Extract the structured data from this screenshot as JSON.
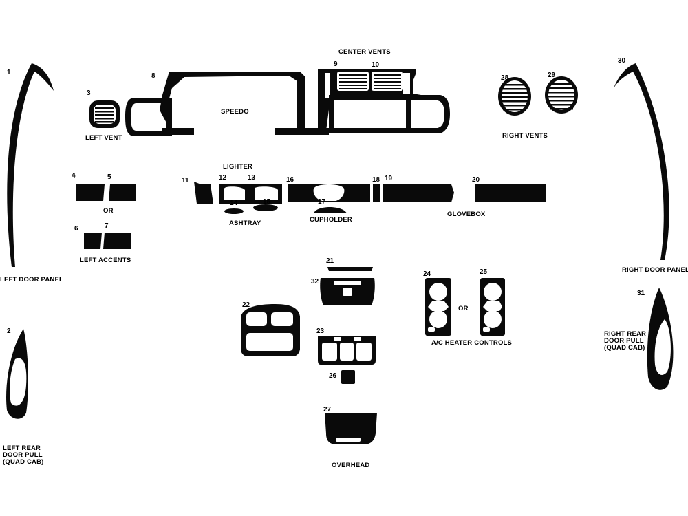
{
  "numbers": {
    "n1": "1",
    "n2": "2",
    "n3": "3",
    "n4": "4",
    "n5": "5",
    "n6": "6",
    "n7": "7",
    "n8": "8",
    "n9": "9",
    "n10": "10",
    "n11": "11",
    "n12": "12",
    "n13": "13",
    "n14": "14",
    "n15": "15",
    "n16": "16",
    "n17": "17",
    "n18": "18",
    "n19": "19",
    "n20": "20",
    "n21": "21",
    "n22": "22",
    "n23": "23",
    "n24": "24",
    "n25": "25",
    "n26": "26",
    "n27": "27",
    "n28": "28",
    "n29": "29",
    "n30": "30",
    "n31": "31",
    "n32": "32"
  },
  "labels": {
    "center_vents": "CENTER VENTS",
    "speedo": "SPEEDO",
    "left_vent": "LEFT VENT",
    "right_vents": "RIGHT VENTS",
    "lighter": "LIGHTER",
    "or_left": "OR",
    "ashtray": "ASHTRAY",
    "cupholder": "CUPHOLDER",
    "glovebox": "GLOVEBOX",
    "left_accents": "LEFT ACCENTS",
    "left_door_panel": "LEFT DOOR PANEL",
    "right_door_panel": "RIGHT DOOR PANEL",
    "left_rear_1": "LEFT REAR",
    "left_rear_2": "DOOR PULL",
    "left_rear_3": "(QUAD CAB)",
    "right_rear_1": "RIGHT REAR",
    "right_rear_2": "DOOR PULL",
    "right_rear_3": "(QUAD CAB)",
    "or_ac": "OR",
    "ac_heater": "A/C HEATER CONTROLS",
    "overhead": "OVERHEAD"
  },
  "colors": {
    "piece": "#0a0a0a",
    "background": "#ffffff"
  }
}
